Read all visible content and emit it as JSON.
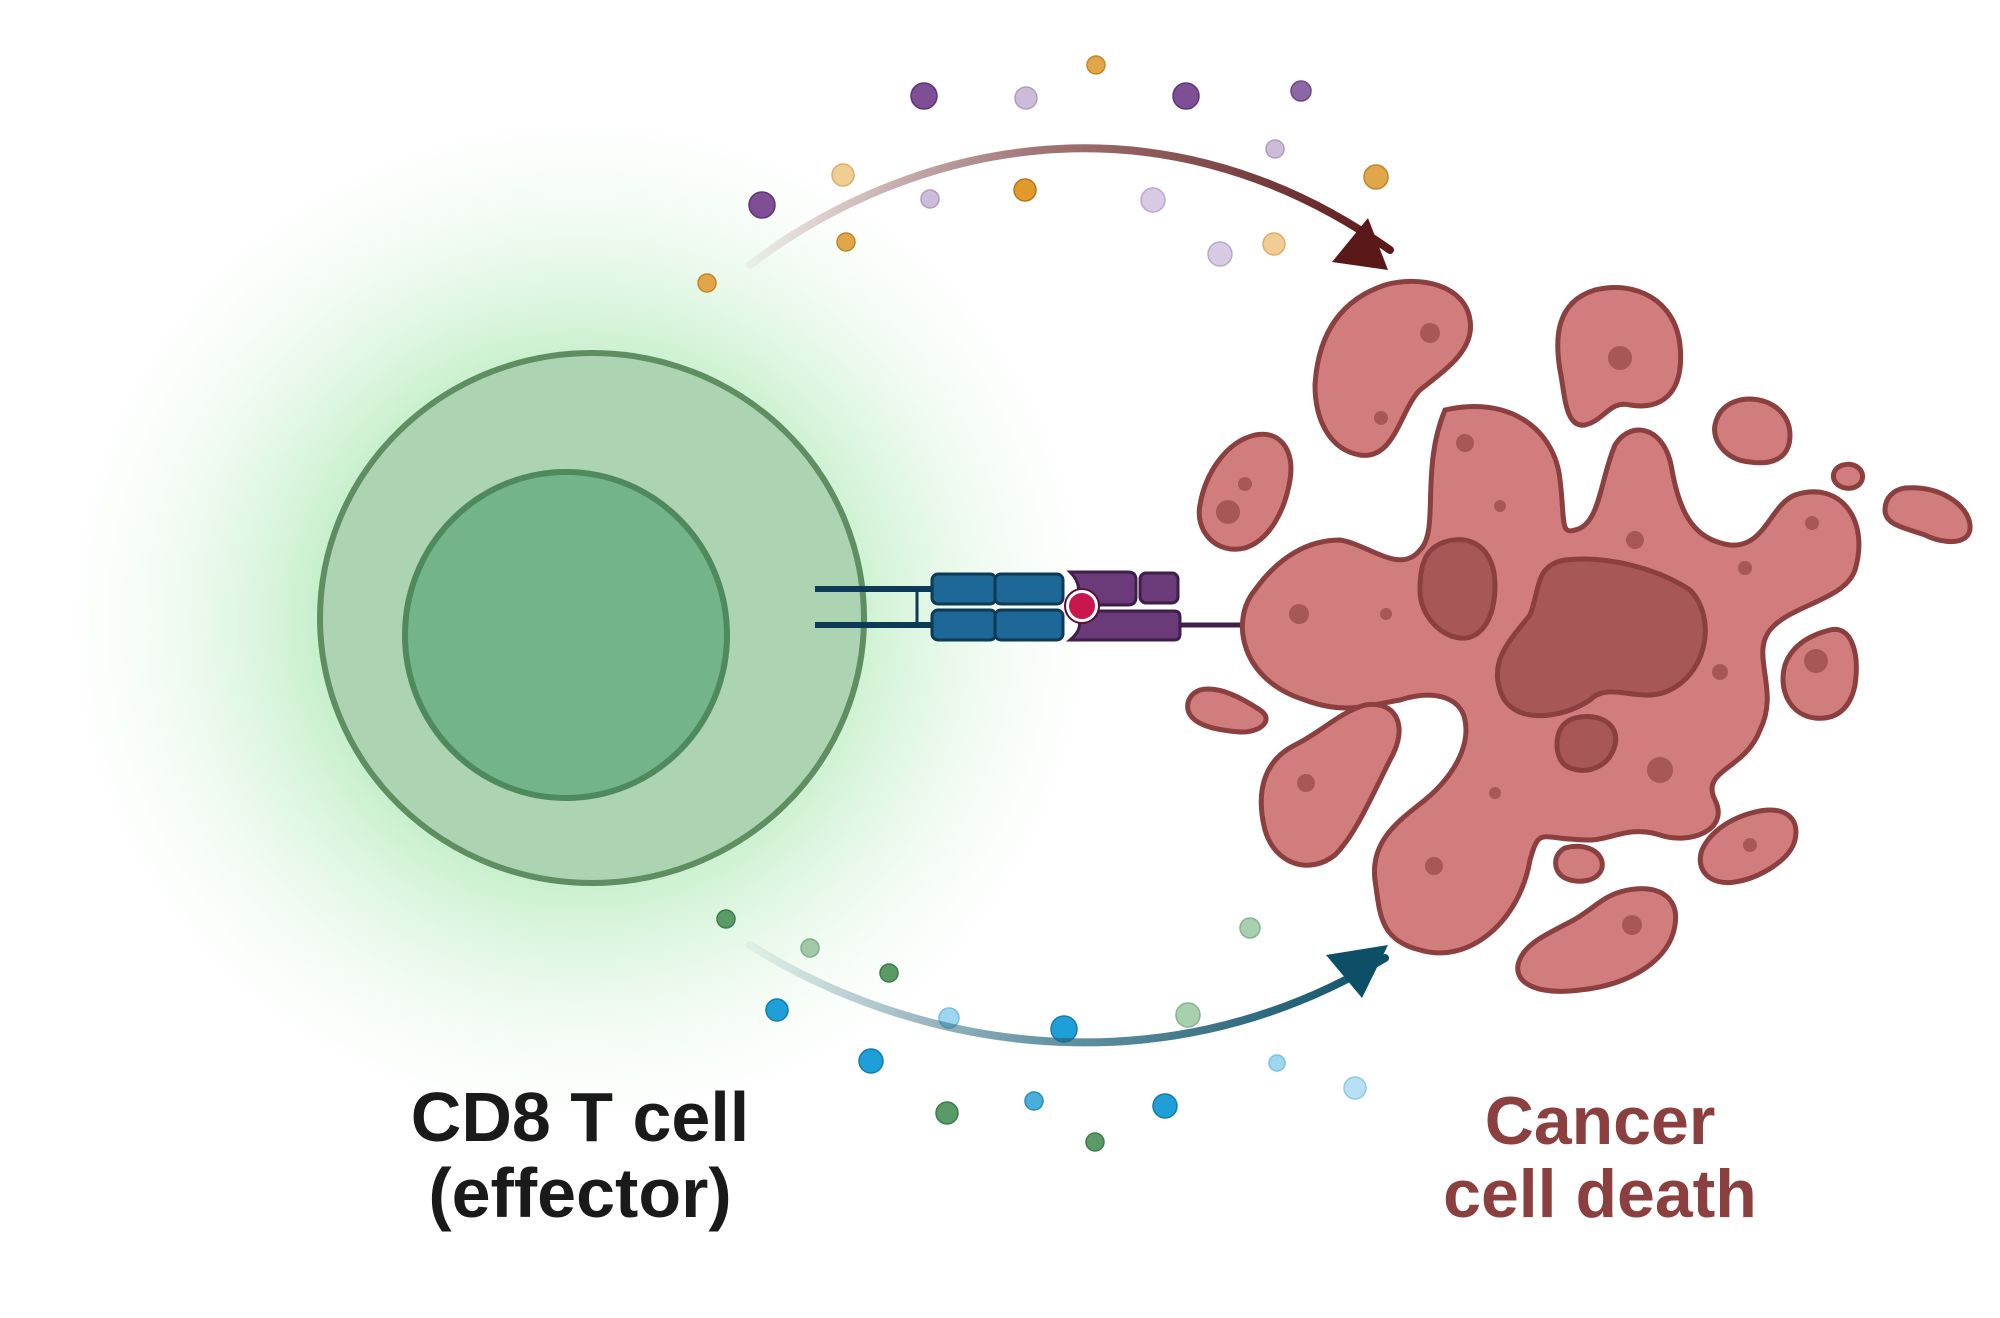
{
  "labels": {
    "tcell_line1": "CD8 T cell",
    "tcell_line2": "(effector)",
    "cancer_line1": "Cancer",
    "cancer_line2": "cell death"
  },
  "colors": {
    "tcell_outer_fill": "#acd3b2",
    "tcell_inner_fill": "#73b48a",
    "tcell_stroke": "#5f8e63",
    "glow": "#6fd67c",
    "tcr_blue": "#1d6896",
    "tcr_stroke": "#0d3a55",
    "mhc_purple": "#6b3a78",
    "antigen_red": "#c8174f",
    "cancer_fill": "#d17d7e",
    "cancer_dark": "#a85757",
    "cancer_stroke": "#8c3f3f",
    "arrow_top": "#5a1818",
    "arrow_bottom": "#0c4f66"
  },
  "icons": {
    "effector_cell": "t-cell-icon",
    "receptor": "tcr-mhc-complex-icon",
    "target": "cancer-cell-icon",
    "top_particles": "cytokine-particles",
    "bottom_particles": "granule-particles"
  }
}
